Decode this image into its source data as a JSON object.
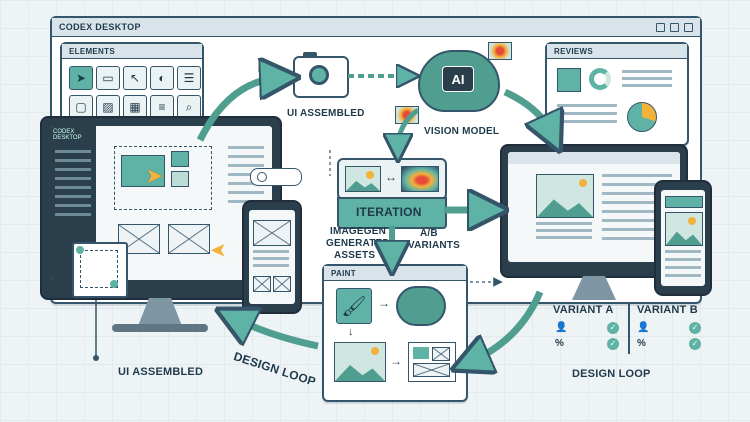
{
  "top_window": {
    "title": "CODEX DESKTOP"
  },
  "elements_panel": {
    "title": "ELEMENTS"
  },
  "reviews_panel": {
    "title": "REVIEWS"
  },
  "monitor_left": {
    "title": "CODEX DESKTOP"
  },
  "labels": {
    "ui_assembled_top": "UI ASSEMBLED",
    "vision_model": "VISION MODEL",
    "ai_badge": "AI",
    "iteration": "ITERATION",
    "imagegen_line1": "IMAGEGEN",
    "imagegen_line2": "GENERATED",
    "imagegen_line3": "ASSETS",
    "ab_line1": "A/B",
    "ab_line2": "VARIANTS",
    "paint": "PAINT",
    "ui_assembled_bottom": "UI ASSEMBLED",
    "design_loop_left": "DESIGN LOOP",
    "design_loop_right": "DESIGN LOOP",
    "variant_a": "VARIANT A",
    "variant_b": "VARIANT B",
    "percent_a": "%",
    "percent_b": "%"
  },
  "colors": {
    "teal": "#5fb3a6",
    "navy": "#35566a",
    "orange": "#f2b23c",
    "bg": "#eef3f5"
  },
  "icons": [
    "camera-icon",
    "brain-icon",
    "cursor-icon",
    "paintbrush-icon",
    "heatmap-icon",
    "checkmark-icon",
    "user-icon",
    "swap-icon"
  ]
}
